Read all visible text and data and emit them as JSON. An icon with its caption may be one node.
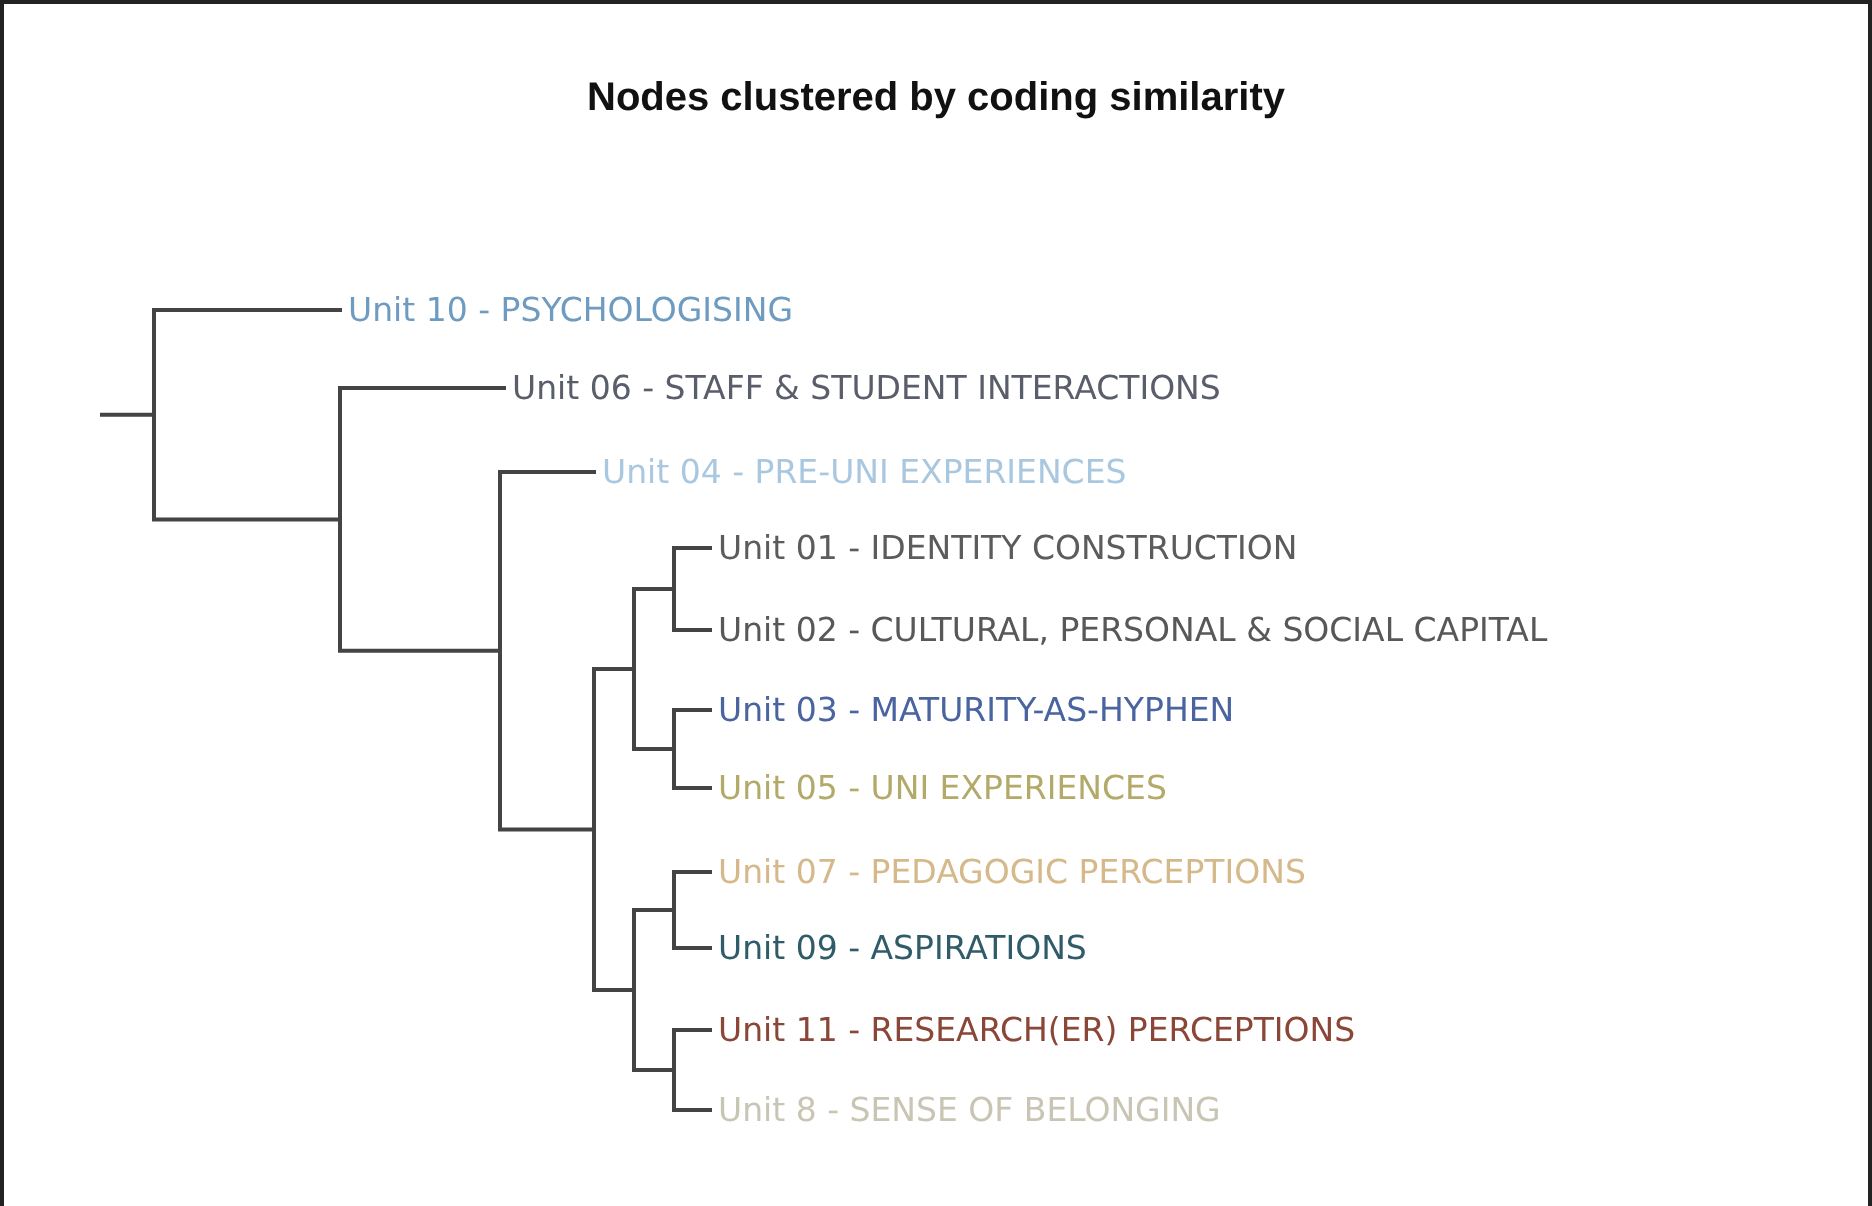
{
  "diagram": {
    "title": "Nodes clustered by coding similarity",
    "nodes": [
      {
        "text": [
          "Unit 10 - PSYCHOLOGISING"
        ]
      },
      {
        "text": [
          "Unit 06 - STAFF & STUDENT INTERACTIONS"
        ]
      },
      {
        "text": [
          "Unit 04 - PRE-UNI EXPERIENCES"
        ]
      },
      {
        "text": [
          "Unit 01 - IDENTITY CONSTRUCTION"
        ]
      },
      {
        "text": [
          "Unit 02 - CULTURAL, PERSONAL & SOCIAL CAPITAL"
        ]
      },
      {
        "text": [
          "Unit 03 - MATURITY-AS-HYPHEN"
        ]
      },
      {
        "text": [
          "Unit 05 - UNI EXPERIENCES"
        ]
      },
      {
        "text": [
          "Unit 07 - PEDAGOGIC PERCEPTIONS"
        ]
      },
      {
        "text": [
          "Unit 09 - ASPIRATIONS"
        ]
      },
      {
        "text": [
          "Unit 11 - RESEARCH(ER) PERCEPTIONS"
        ]
      },
      {
        "text": [
          "Unit 8 - SENSE OF BELONGING"
        ]
      }
    ]
  }
}
